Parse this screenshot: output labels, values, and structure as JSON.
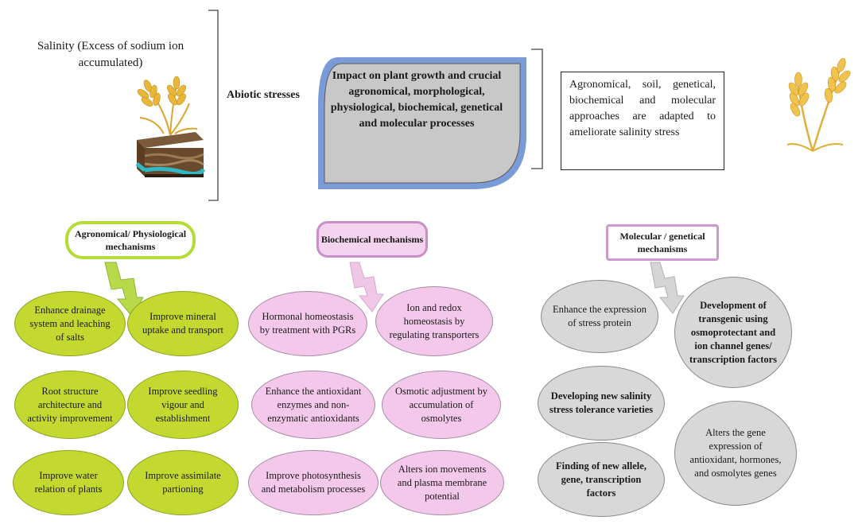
{
  "top": {
    "salinity": "Salinity (Excess of sodium ion accumulated)",
    "abiotic": "Abiotic stresses",
    "impact": "Impact on plant growth and crucial agronomical, morphological, physiological, biochemical, genetical and molecular processes",
    "approaches": "Agronomical, soil, genetical, biochemical and molecular approaches are adapted to ameliorate salinity stress"
  },
  "headers": {
    "agronomical": "Agronomical/ Physiological mechanisms",
    "biochemical": "Biochemical mechanisms",
    "molecular": "Molecular / genetical mechanisms"
  },
  "agronomical_items": [
    "Enhance drainage system and leaching of salts",
    "Improve mineral uptake and transport",
    "Root structure architecture and activity improvement",
    "Improve seedling vigour and establishment",
    "Improve water relation of plants",
    "Improve assimilate partioning"
  ],
  "biochemical_items": [
    "Hormonal homeostasis by treatment with PGRs",
    "Ion and redox homeostasis by regulating transporters",
    "Enhance the antioxidant enzymes and non-enzymatic antioxidants",
    "Osmotic adjustment by accumulation of osmolytes",
    "Improve photosynthesis and metabolism processes",
    "Alters ion movements and plasma membrane potential"
  ],
  "molecular_items": [
    "Enhance the expression of stress protein",
    "Development of transgenic using osmoprotectant and ion channel genes/ transcription factors",
    "Developing new salinity stress tolerance varieties",
    "Alters the gene expression of antioxidant, hormones, and osmolytes genes",
    "Finding of new allele, gene, transcription factors"
  ],
  "colors": {
    "green": "#c4d92f",
    "pink": "#f3c8ea",
    "grey": "#d8d8d8",
    "impact_fill": "#c8c8c8",
    "impact_border": "#7a9ad8",
    "wheat": "#e8b63a"
  }
}
